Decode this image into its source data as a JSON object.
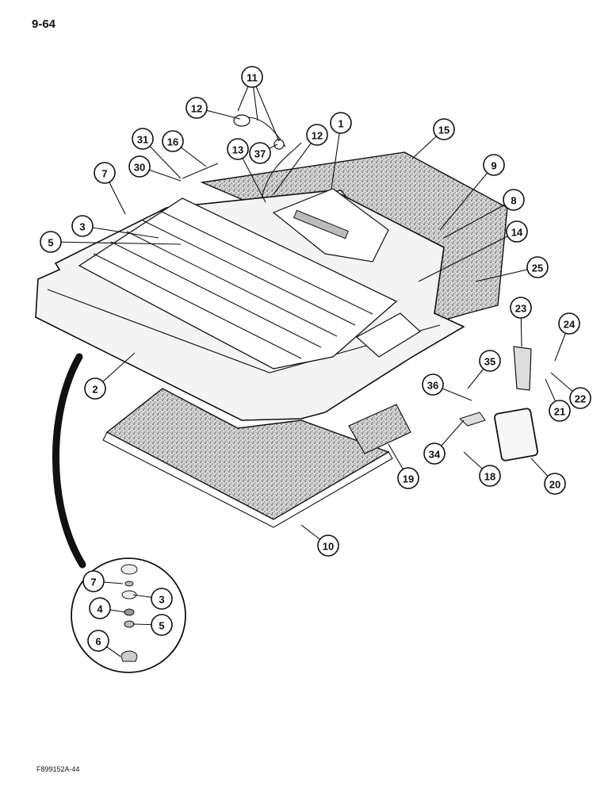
{
  "page_number": "9-64",
  "figure_code": "F899152A-44",
  "colors": {
    "ink": "#111111",
    "speckle": "#8a8a8a",
    "panel": "#f4f4f4"
  },
  "callouts": [
    {
      "id": "c11",
      "label": "11"
    },
    {
      "id": "c12a",
      "label": "12"
    },
    {
      "id": "c1",
      "label": "1"
    },
    {
      "id": "c15",
      "label": "15"
    },
    {
      "id": "c31",
      "label": "31"
    },
    {
      "id": "c16",
      "label": "16"
    },
    {
      "id": "c13",
      "label": "13"
    },
    {
      "id": "c37",
      "label": "37"
    },
    {
      "id": "c12b",
      "label": "12"
    },
    {
      "id": "c9",
      "label": "9"
    },
    {
      "id": "c7a",
      "label": "7"
    },
    {
      "id": "c30",
      "label": "30"
    },
    {
      "id": "c8",
      "label": "8"
    },
    {
      "id": "c3a",
      "label": "3"
    },
    {
      "id": "c14",
      "label": "14"
    },
    {
      "id": "c5a",
      "label": "5"
    },
    {
      "id": "c25",
      "label": "25"
    },
    {
      "id": "c23",
      "label": "23"
    },
    {
      "id": "c24",
      "label": "24"
    },
    {
      "id": "c35",
      "label": "35"
    },
    {
      "id": "c2",
      "label": "2"
    },
    {
      "id": "c36",
      "label": "36"
    },
    {
      "id": "c22",
      "label": "22"
    },
    {
      "id": "c21",
      "label": "21"
    },
    {
      "id": "c34",
      "label": "34"
    },
    {
      "id": "c19",
      "label": "19"
    },
    {
      "id": "c18",
      "label": "18"
    },
    {
      "id": "c20",
      "label": "20"
    },
    {
      "id": "c10",
      "label": "10"
    },
    {
      "id": "c7b",
      "label": "7"
    },
    {
      "id": "c3b",
      "label": "3"
    },
    {
      "id": "c4",
      "label": "4"
    },
    {
      "id": "c5b",
      "label": "5"
    },
    {
      "id": "c6",
      "label": "6"
    }
  ]
}
